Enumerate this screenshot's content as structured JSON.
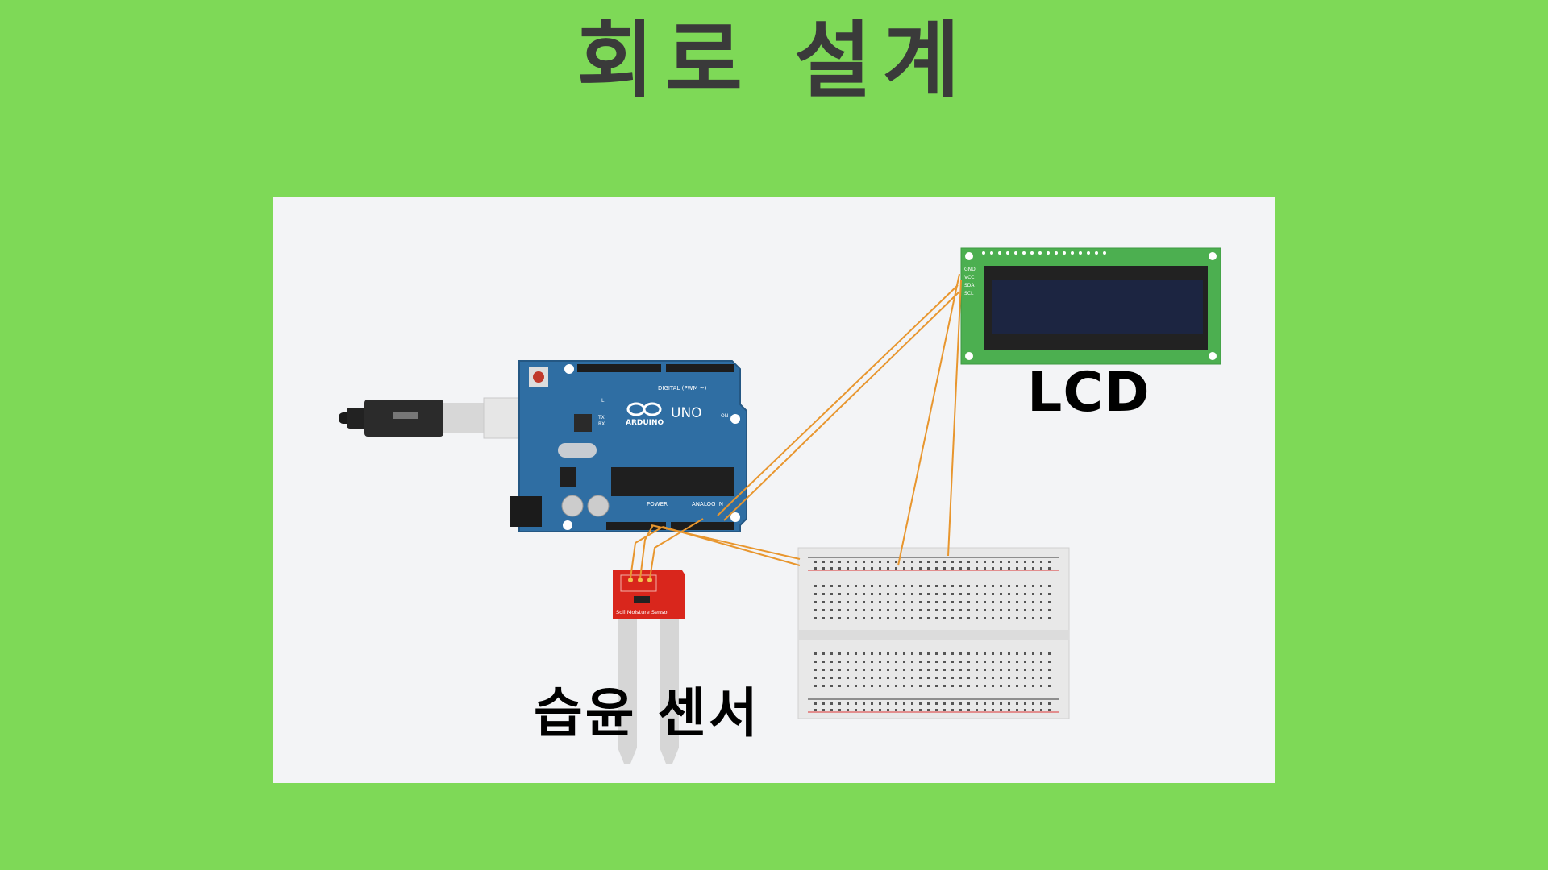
{
  "title": "회로 설계",
  "labels": {
    "lcd": "LCD",
    "sensor": "습윤 센서"
  },
  "arduino": {
    "brand": "ARDUINO",
    "model": "UNO",
    "digital_label": "DIGITAL (PWM ~)",
    "power_label": "POWER",
    "analog_label": "ANALOG IN",
    "side_labels": [
      "L",
      "TX",
      "RX"
    ],
    "on_label": "ON"
  },
  "lcd_pins": [
    "GND",
    "VCC",
    "SDA",
    "SCL"
  ],
  "sensor_label": "Soil Moisture Sensor",
  "colors": {
    "background": "#7ed957",
    "panel": "#f3f4f6",
    "title": "#3a3a3a",
    "arduino_board": "#2f6ea3",
    "wire": "#e8962e",
    "lcd_board": "#4caf50",
    "lcd_screen": "#1c2541",
    "sensor_board": "#d9261c",
    "breadboard": "#e8e8e8"
  }
}
